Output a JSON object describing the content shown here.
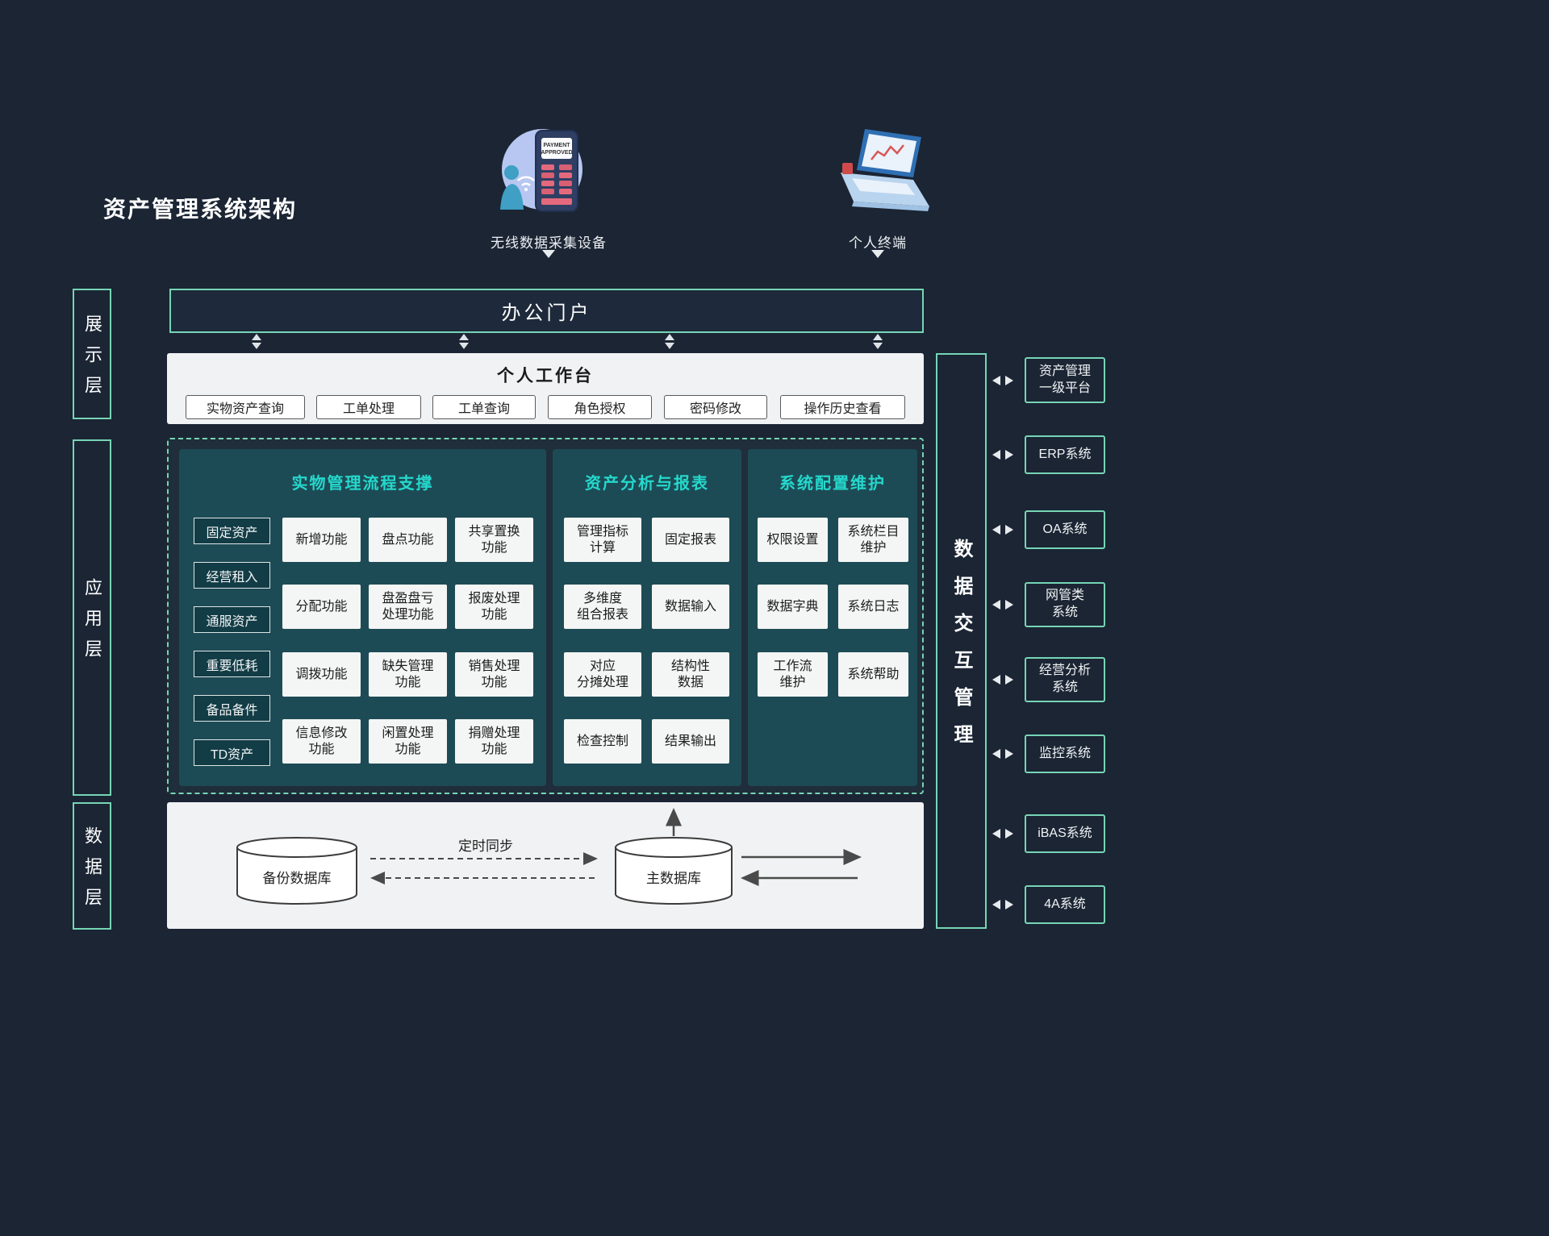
{
  "page": {
    "title": "资产管理系统架构"
  },
  "devices": [
    {
      "label": "无线数据采集设备",
      "screen_line1": "PAYMENT",
      "screen_line2": "APPROVED"
    },
    {
      "label": "个人终端"
    }
  ],
  "layer_labels": [
    "展示层",
    "应用层",
    "数据层"
  ],
  "portal": {
    "label": "办公门户"
  },
  "workbench": {
    "title": "个人工作台",
    "items": [
      "实物资产查询",
      "工单处理",
      "工单查询",
      "角色授权",
      "密码修改",
      "操作历史查看"
    ]
  },
  "app_layer": {
    "panel1": {
      "title": "实物管理流程支撑",
      "categories": [
        "固定资产",
        "经营租入",
        "通服资产",
        "重要低耗",
        "备品备件",
        "TD资产"
      ],
      "functions": [
        "新增功能",
        "盘点功能",
        "共享置换\n功能",
        "分配功能",
        "盘盈盘亏\n处理功能",
        "报废处理\n功能",
        "调拨功能",
        "缺失管理\n功能",
        "销售处理\n功能",
        "信息修改\n功能",
        "闲置处理\n功能",
        "捐赠处理\n功能"
      ]
    },
    "panel2": {
      "title": "资产分析与报表",
      "functions": [
        "管理指标\n计算",
        "固定报表",
        "多维度\n组合报表",
        "数据输入",
        "对应\n分摊处理",
        "结构性\n数据",
        "检查控制",
        "结果输出"
      ]
    },
    "panel3": {
      "title": "系统配置维护",
      "functions": [
        "权限设置",
        "系统栏目\n维护",
        "数据字典",
        "系统日志",
        "工作流\n维护",
        "系统帮助"
      ]
    }
  },
  "data_layer": {
    "backup_db": "备份数据库",
    "main_db": "主数据库",
    "sync_label": "定时同步"
  },
  "exchange_panel": {
    "label": "数据交互管理"
  },
  "external_systems": [
    "资产管理\n一级平台",
    "ERP系统",
    "OA系统",
    "网管类\n系统",
    "经营分析\n系统",
    "监控系统",
    "iBAS系统",
    "4A系统"
  ],
  "colors": {
    "background": "#1b2534",
    "accent_border": "#76d5b5",
    "panel_teal": "#1d4b55",
    "cyan_title": "#25d8cc",
    "light_panel": "#f1f2f3"
  }
}
